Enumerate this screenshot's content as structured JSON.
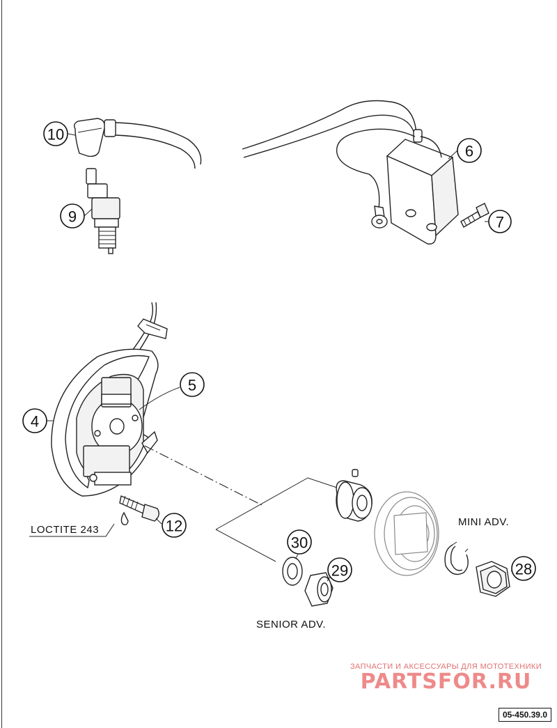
{
  "callouts": {
    "c10": "10",
    "c9": "9",
    "c6": "6",
    "c7": "7",
    "c5": "5",
    "c4": "4",
    "c12": "12",
    "c30": "30",
    "c29": "29",
    "c28": "28"
  },
  "labels": {
    "loctite": "LOCTITE 243",
    "mini_adv": "MINI ADV.",
    "senior_adv": "SENIOR ADV."
  },
  "watermark": {
    "tagline": "ЗАПЧАСТИ И АКСЕССУАРЫ ДЛЯ МОТОТЕХНИКИ",
    "logo": "PARTSFOR.RU"
  },
  "drawing_code": "05-450.39.0"
}
